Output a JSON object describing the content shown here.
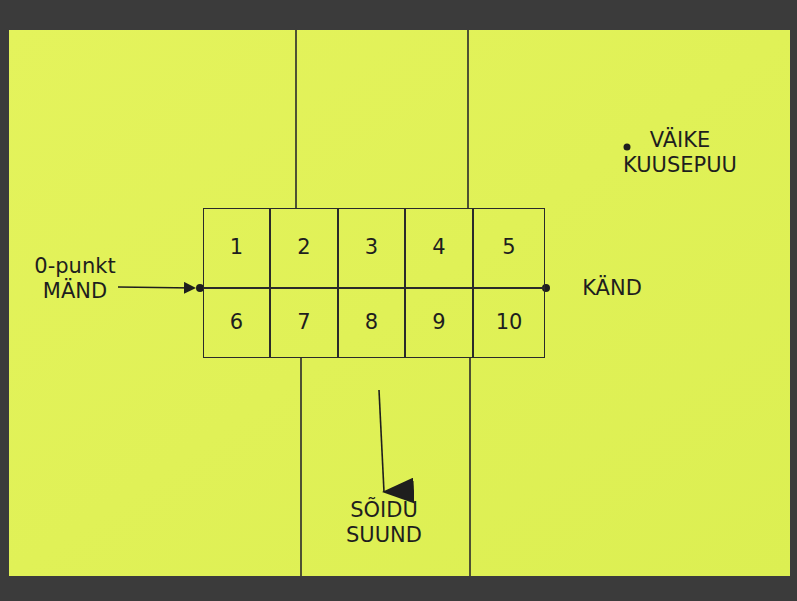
{
  "diagram": {
    "nodes": [
      {
        "text": [
          "1"
        ]
      },
      {
        "text": [
          "2"
        ]
      },
      {
        "text": [
          "3"
        ]
      },
      {
        "text": [
          "4"
        ]
      },
      {
        "text": [
          "5"
        ]
      },
      {
        "text": [
          "6"
        ]
      },
      {
        "text": [
          "7"
        ]
      },
      {
        "text": [
          "8"
        ]
      },
      {
        "text": [
          "9"
        ]
      },
      {
        "text": [
          "10"
        ]
      }
    ],
    "labels": [
      "0-punkt MÄND",
      "KÄND",
      "VÄIKE KUUSEPUU",
      "SÕIDU SUUND"
    ]
  }
}
